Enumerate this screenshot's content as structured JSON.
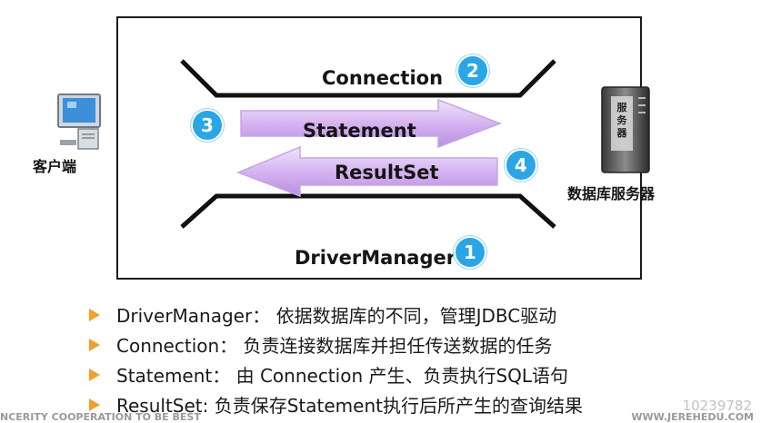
{
  "diagram": {
    "client_label": "客户端",
    "server_label": "数据库服务器",
    "server_chassis_text": "服务器",
    "connection_label": "Connection",
    "statement_label": "Statement",
    "resultset_label": "ResultSet",
    "drivermanager_label": "DriverManager",
    "badges": {
      "connection": "2",
      "statement": "3",
      "resultset": "4",
      "drivermanager": "1"
    }
  },
  "bullets": [
    "DriverManager： 依据数据库的不同，管理JDBC驱动",
    "Connection： 负责连接数据库并担任传送数据的任务",
    "Statement： 由 Connection 产生、负责执行SQL语句",
    "ResultSet:  负责保存Statement执行后所产生的查询结果"
  ],
  "footer": {
    "left_text": "NCERITY  COOPERATION  TO BE BEST",
    "right_text": "WWW.JEREHEDU.COM",
    "watermark_text": "10239782"
  },
  "colors": {
    "badge": "#2aa6e6",
    "arrow_fill": "#d7b7f0",
    "bullet": "#f2a02b"
  }
}
